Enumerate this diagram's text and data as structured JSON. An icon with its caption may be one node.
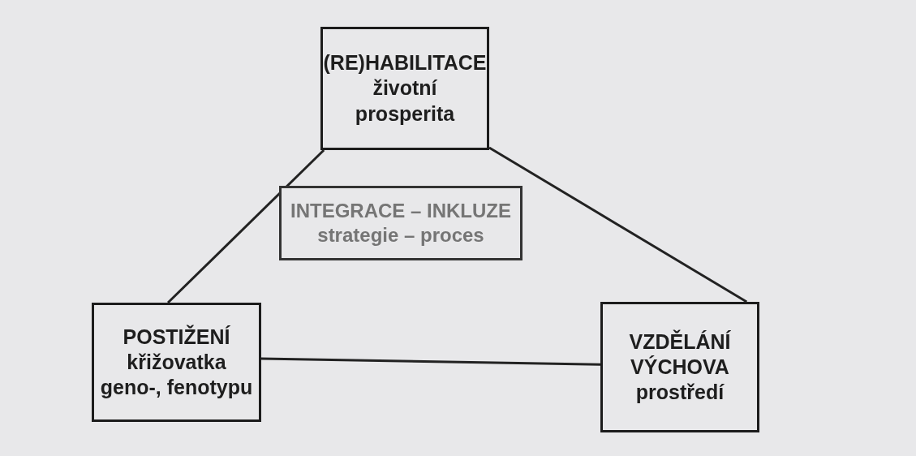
{
  "diagram": {
    "nodes": [
      {
        "text": [
          "(RE)HABILITACE",
          "životní prosperita"
        ]
      },
      {
        "text": [
          "INTEGRACE – INKLUZE",
          "strategie – proces"
        ]
      },
      {
        "text": [
          "POSTIŽENÍ",
          "křižovatka",
          "geno-, fenotypu"
        ]
      },
      {
        "text": [
          "VZDĚLÁNÍ",
          "VÝCHOVA",
          "prostředí"
        ]
      }
    ],
    "edges": [
      {
        "from": 0,
        "to": 2,
        "arrow": "none"
      },
      {
        "from": 0,
        "to": 3,
        "arrow": "none"
      },
      {
        "from": 2,
        "to": 3,
        "arrow": "none"
      }
    ]
  }
}
